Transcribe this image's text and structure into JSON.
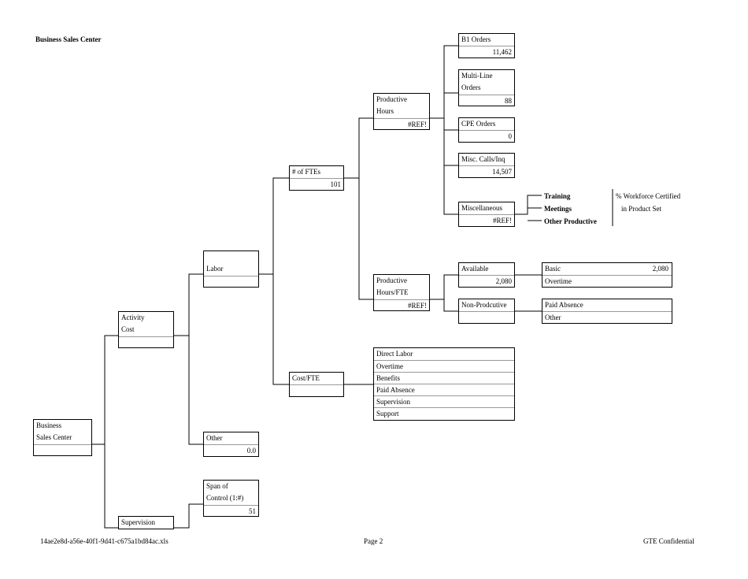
{
  "page_title": "Business Sales Center",
  "footer": {
    "file_name": "14ae2e8d-a56e-40f1-9d41-c675a1bd84ac.xls",
    "page": "Page 2",
    "confidential": "GTE Confidential"
  },
  "tree": {
    "root": [
      "Business",
      "Sales Center"
    ],
    "activity_cost": [
      "Activity",
      "Cost"
    ],
    "supervision": "Supervision",
    "labor": "Labor",
    "other": {
      "label": "Other",
      "value": "0.0"
    },
    "span_of_control": {
      "label": [
        "Span of",
        "Control (1:#)"
      ],
      "value": "51"
    },
    "ftes": {
      "label": "# of FTEs",
      "value": "101"
    },
    "cost_per_fte": "Cost/FTE",
    "cost_items": [
      "Direct Labor",
      "Overtime",
      "Benefits",
      "Paid Absence",
      "Supervision",
      "Support"
    ],
    "productive_hours": {
      "label": [
        "Productive",
        "Hours"
      ],
      "value": "#REF!"
    },
    "productive_hours_fte": {
      "label": [
        "Productive",
        "Hours/FTE"
      ],
      "value": "#REF!"
    },
    "b1_orders": {
      "label": "B1 Orders",
      "value": "11,462"
    },
    "multi_line_orders": {
      "label": [
        "Multi-Line",
        "Orders"
      ],
      "value": "88"
    },
    "cpe_orders": {
      "label": "CPE Orders",
      "value": "0"
    },
    "misc_calls": {
      "label": "Misc. Calls/Inq",
      "value": "14,507"
    },
    "miscellaneous": {
      "label": "Miscellaneous",
      "value": "#REF!"
    },
    "misc_breakdown": [
      "Training",
      "Meetings",
      "Other Productive"
    ],
    "misc_note": [
      "% Workforce Certified",
      "in Product Set"
    ],
    "available": {
      "label": "Available",
      "value": "2,080"
    },
    "non_productive": "Non-Prodcutive",
    "basic": {
      "label": "Basic",
      "value": "2,080"
    },
    "overtime": "Overtime",
    "paid_absence": "Paid Absence",
    "np_other": "Other"
  }
}
